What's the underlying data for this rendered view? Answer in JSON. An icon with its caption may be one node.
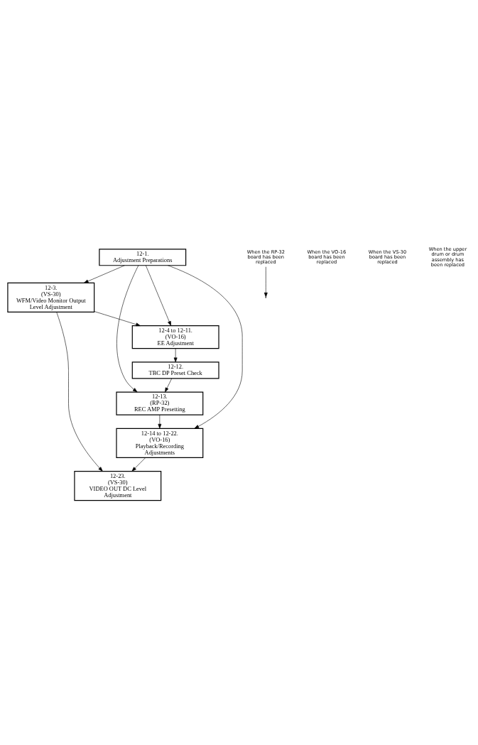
{
  "diagram": {
    "nodes": [
      {
        "text": [
          "12-1.",
          "Adjustment Preparations"
        ]
      },
      {
        "text": [
          "12-3.",
          "(VS-30)",
          "WFM/Video Monitor Output Level Adjustment"
        ]
      },
      {
        "text": [
          "12-4 to 12-11.",
          "(VO-16)",
          "EE Adjustment"
        ]
      },
      {
        "text": [
          "12-12.",
          "TBC DP Preset Check"
        ]
      },
      {
        "text": [
          "12-13.",
          "(RP-32)",
          "REC AMP Presetting"
        ]
      },
      {
        "text": [
          "12-14 to 12-22.",
          "(VO-16)",
          "Playback/Recording Adjustments"
        ]
      },
      {
        "text": [
          "12-23.",
          "(VS-30)",
          "VIDEO OUT DC Level Adjustment"
        ]
      },
      {
        "text": [
          "When the RP-32 board has been replaced"
        ]
      }
    ],
    "edges": [
      {
        "from": 0,
        "to": 1,
        "arrow": "to"
      },
      {
        "from": 0,
        "to": 2,
        "arrow": "to"
      },
      {
        "from": 1,
        "to": 2,
        "arrow": "to"
      },
      {
        "from": 2,
        "to": 3,
        "arrow": "to"
      },
      {
        "from": 3,
        "to": 4,
        "arrow": "to"
      },
      {
        "from": 0,
        "to": 4,
        "arrow": "to"
      },
      {
        "from": 4,
        "to": 5,
        "arrow": "to"
      },
      {
        "from": 0,
        "to": 5,
        "arrow": "to"
      },
      {
        "from": 1,
        "to": 6,
        "arrow": "to"
      },
      {
        "from": 5,
        "to": 6,
        "arrow": "to"
      },
      {
        "from": 7,
        "to": null,
        "arrow": "to"
      }
    ],
    "labels": [
      "When the VO-16 board has been replaced",
      "When the VS-30 board has been replaced",
      "When the upper drum or drum assembly has been replaced"
    ]
  }
}
